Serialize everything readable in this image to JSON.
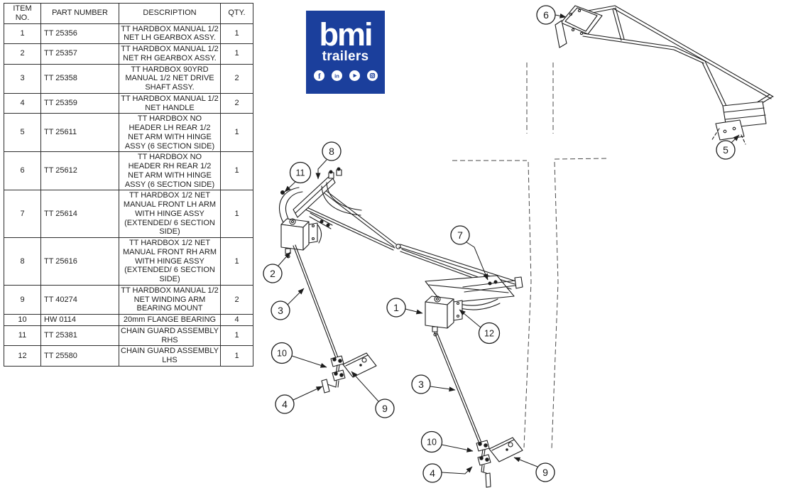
{
  "table": {
    "headers": [
      "ITEM NO.",
      "PART NUMBER",
      "DESCRIPTION",
      "QTY."
    ],
    "rows": [
      {
        "item": "1",
        "part": "TT 25356",
        "desc": "TT HARDBOX MANUAL 1/2 NET LH GEARBOX ASSY.",
        "qty": "1"
      },
      {
        "item": "2",
        "part": "TT 25357",
        "desc": "TT HARDBOX MANUAL 1/2 NET RH GEARBOX ASSY.",
        "qty": "1"
      },
      {
        "item": "3",
        "part": "TT 25358",
        "desc": "TT HARDBOX 90YRD MANUAL 1/2 NET DRIVE SHAFT ASSY.",
        "qty": "2"
      },
      {
        "item": "4",
        "part": "TT 25359",
        "desc": "TT HARDBOX MANUAL 1/2 NET HANDLE",
        "qty": "2"
      },
      {
        "item": "5",
        "part": "TT 25611",
        "desc": "TT HARDBOX NO HEADER LH REAR 1/2 NET ARM WITH HINGE ASSY (6 SECTION SIDE)",
        "qty": "1"
      },
      {
        "item": "6",
        "part": "TT 25612",
        "desc": "TT HARDBOX NO HEADER RH REAR 1/2 NET ARM WITH HINGE ASSY (6 SECTION SIDE)",
        "qty": "1"
      },
      {
        "item": "7",
        "part": "TT 25614",
        "desc": "TT HARDBOX 1/2 NET MANUAL FRONT LH ARM WITH HINGE ASSY (EXTENDED/ 6 SECTION SIDE)",
        "qty": "1"
      },
      {
        "item": "8",
        "part": "TT 25616",
        "desc": "TT HARDBOX 1/2 NET MANUAL FRONT RH ARM WITH HINGE ASSY (EXTENDED/ 6 SECTION SIDE)",
        "qty": "1"
      },
      {
        "item": "9",
        "part": "TT 40274",
        "desc": "TT HARDBOX MANUAL 1/2 NET WINDING ARM BEARING MOUNT",
        "qty": "2"
      },
      {
        "item": "10",
        "part": "HW 0114",
        "desc": "20mm FLANGE BEARING",
        "qty": "4"
      },
      {
        "item": "11",
        "part": "TT 25381",
        "desc": "CHAIN GUARD ASSEMBLY RHS",
        "qty": "1"
      },
      {
        "item": "12",
        "part": "TT 25580",
        "desc": "CHAIN GUARD ASSEMBLY LHS",
        "qty": "1"
      }
    ]
  },
  "logo": {
    "brand": "bmi",
    "subtitle": "trailers",
    "bg_color": "#1b3f9c",
    "icons": [
      "facebook-icon",
      "linkedin-icon",
      "youtube-icon",
      "instagram-icon"
    ],
    "icon_glyphs": {
      "facebook": "f",
      "linkedin": "in"
    }
  },
  "callouts": {
    "c6": "6",
    "c5": "5",
    "c8": "8",
    "c11": "11",
    "c2": "2",
    "c3_left": "3",
    "c7": "7",
    "c1": "1",
    "c12": "12",
    "c10_left": "10",
    "c4_left": "4",
    "c9_left": "9",
    "c3_right": "3",
    "c10_right": "10",
    "c4_right": "4",
    "c9_right": "9"
  }
}
